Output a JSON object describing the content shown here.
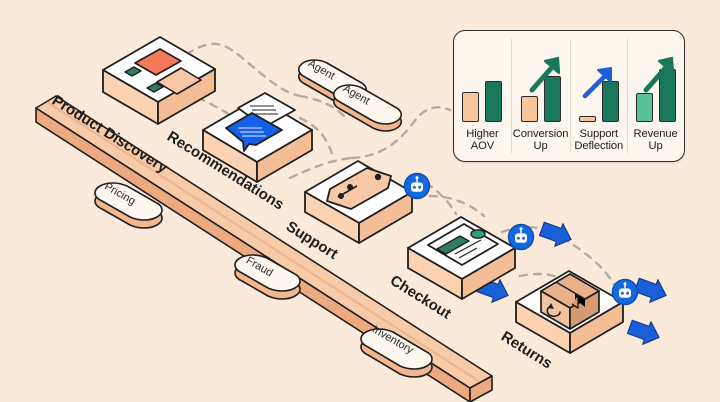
{
  "canvas": {
    "background_color": "#fbe9da",
    "title": "Agentic commerce journey isometric diagram"
  },
  "palette": {
    "background": "#fbe9da",
    "track": "#f6c5a3",
    "track_shadow": "#e9a97f",
    "node_top": "#ffffff",
    "node_side": "#f8c9a6",
    "outline": "#1f1f1f",
    "agent_blue": "#1469e0",
    "arrow_blue": "#1a5fd8",
    "green_dark": "#19775c",
    "green_light": "#59c295",
    "peach_bar": "#f8c49c",
    "dashed_path": "#b8aca2",
    "card_bg": "#fdf6ee"
  },
  "journey": {
    "track_labels": [
      {
        "id": "product-discovery",
        "label": "Product Discovery"
      },
      {
        "id": "recommendations",
        "label": "Recommendations"
      },
      {
        "id": "support",
        "label": "Support"
      },
      {
        "id": "checkout",
        "label": "Checkout"
      },
      {
        "id": "returns",
        "label": "Returns"
      }
    ],
    "nodes": [
      {
        "id": "product-discovery",
        "label": "Product Discovery",
        "icon": "product-grid-screen-icon",
        "has_agent_badge": false
      },
      {
        "id": "recommendations",
        "label": "Recommendations",
        "icon": "chat-bubbles-icon",
        "has_agent_badge": false
      },
      {
        "id": "support",
        "label": "Support",
        "icon": "discount-tag-icon",
        "has_agent_badge": true
      },
      {
        "id": "checkout",
        "label": "Checkout",
        "icon": "checkout-screen-icon",
        "has_agent_badge": true
      },
      {
        "id": "returns",
        "label": "Returns",
        "icon": "return-box-icon",
        "has_agent_badge": true
      }
    ],
    "side_chips": [
      {
        "id": "pricing",
        "label": "Pricing"
      },
      {
        "id": "fraud",
        "label": "Fraud"
      },
      {
        "id": "inventory",
        "label": "Inventory"
      }
    ],
    "agent_pills": [
      {
        "id": "agent-1",
        "label": "Agent"
      },
      {
        "id": "agent-2",
        "label": "Agent"
      }
    ]
  },
  "chart_data": {
    "type": "bar",
    "title": "",
    "xlabel": "",
    "ylabel": "",
    "ylim": [
      0,
      100
    ],
    "grid": false,
    "legend": "none",
    "categories": [
      "Higher AOV",
      "Conversion Up",
      "Support Deflection",
      "Revenue Up"
    ],
    "series": [
      {
        "name": "Before",
        "color": "#f8c49c",
        "values": [
          46,
          40,
          8,
          44
        ]
      },
      {
        "name": "After",
        "color": "#19775c",
        "values": [
          62,
          70,
          62,
          80
        ]
      }
    ],
    "panels": [
      {
        "label": "Higher AOV",
        "label_lines": [
          "Higher",
          "AOV"
        ],
        "bars": [
          {
            "name": "Before",
            "value": 46,
            "color": "#f8c49c"
          },
          {
            "name": "After",
            "value": 62,
            "color": "#19775c"
          }
        ],
        "trend_arrow": "none",
        "arrow_color": ""
      },
      {
        "label": "Conversion Up",
        "label_lines": [
          "Conversion",
          "Up"
        ],
        "bars": [
          {
            "name": "Before",
            "value": 40,
            "color": "#f8c49c"
          },
          {
            "name": "After",
            "value": 70,
            "color": "#19775c"
          }
        ],
        "trend_arrow": "up",
        "arrow_color": "#19775c"
      },
      {
        "label": "Support Deflection",
        "label_lines": [
          "Support",
          "Deflection"
        ],
        "bars": [
          {
            "name": "Before",
            "value": 8,
            "color": "#f8c49c"
          },
          {
            "name": "After",
            "value": 62,
            "color": "#19775c"
          }
        ],
        "trend_arrow": "up",
        "arrow_color": "#1a5fd8"
      },
      {
        "label": "Revenue Up",
        "label_lines": [
          "Revenue",
          "Up"
        ],
        "bars": [
          {
            "name": "Before",
            "value": 44,
            "color": "#59c295"
          },
          {
            "name": "After",
            "value": 80,
            "color": "#19775c"
          }
        ],
        "trend_arrow": "up",
        "arrow_color": "#19775c"
      }
    ]
  }
}
